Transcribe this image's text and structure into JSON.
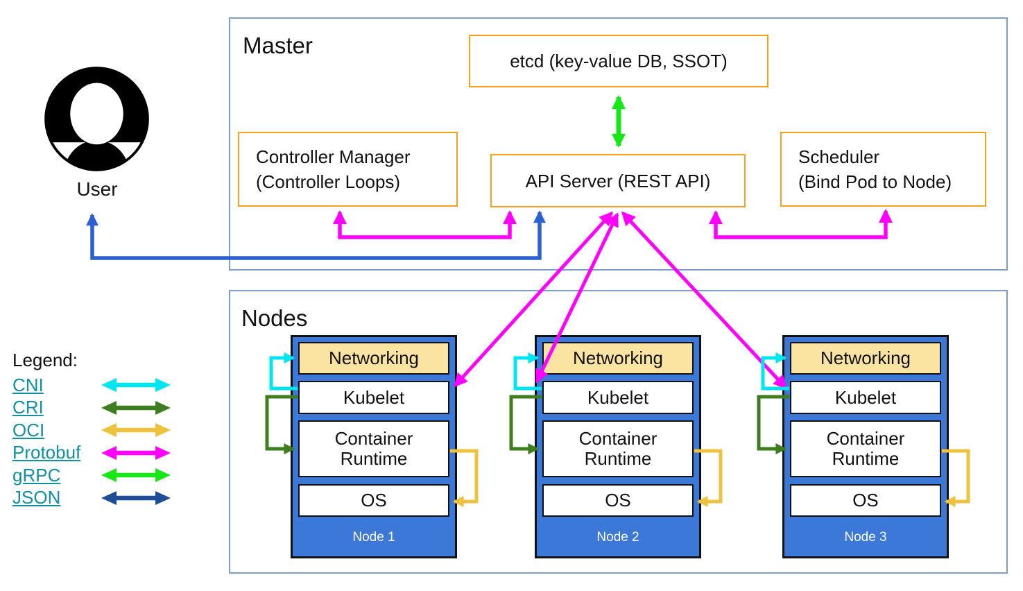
{
  "user": {
    "label": "User"
  },
  "master": {
    "title": "Master",
    "etcd_label": "etcd (key-value DB, SSOT)",
    "controller_manager_line1": "Controller Manager",
    "controller_manager_line2": "(Controller Loops)",
    "api_server_label": "API Server (REST API)",
    "scheduler_line1": "Scheduler",
    "scheduler_line2": "(Bind Pod to Node)"
  },
  "nodes": {
    "title": "Nodes",
    "items": [
      {
        "networking": "Networking",
        "kubelet": "Kubelet",
        "container_runtime": "Container Runtime",
        "os": "OS",
        "label": "Node 1"
      },
      {
        "networking": "Networking",
        "kubelet": "Kubelet",
        "container_runtime": "Container Runtime",
        "os": "OS",
        "label": "Node 2"
      },
      {
        "networking": "Networking",
        "kubelet": "Kubelet",
        "container_runtime": "Container Runtime",
        "os": "OS",
        "label": "Node 3"
      }
    ]
  },
  "legend": {
    "title": "Legend:",
    "items": [
      {
        "label": "CNI",
        "color": "#00E6F0"
      },
      {
        "label": "CRI",
        "color": "#3E7D20"
      },
      {
        "label": "OCI",
        "color": "#EEC13F"
      },
      {
        "label": "Protobuf",
        "color": "#FF00FF"
      },
      {
        "label": "gRPC",
        "color": "#17E617"
      },
      {
        "label": "JSON",
        "color": "#1F4E96"
      }
    ]
  },
  "colors": {
    "orange_box_border": "#F9A01B",
    "container_frame_border": "#7D9EC9",
    "node_fill": "#3C78D8",
    "networking_fill": "#FBE3A2",
    "user_api_arrow": "#2A60D4",
    "etcd_api_arrow": "#17E617",
    "protobuf_arrow": "#FF00FF",
    "cni_arrow": "#00E6F0",
    "cri_arrow": "#3E7D20",
    "oci_arrow": "#EEC13F",
    "legend_link": "#128FA3",
    "node_label_text": "#FFFFFF"
  }
}
